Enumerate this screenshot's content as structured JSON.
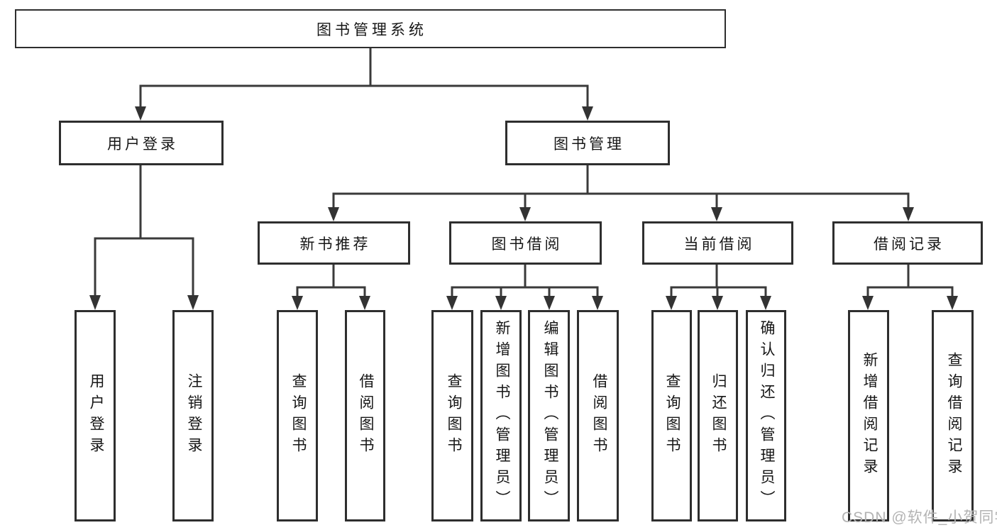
{
  "diagram": {
    "title": "图书管理系统",
    "branches": [
      {
        "label": "用户登录",
        "children": [
          "用户登录",
          "注销登录"
        ]
      },
      {
        "label": "图书管理",
        "children": [
          {
            "label": "新书推荐",
            "children": [
              "查询图书",
              "借阅图书"
            ]
          },
          {
            "label": "图书借阅",
            "children": [
              "查询图书",
              "新增图书（管理员）",
              "编辑图书（管理员）",
              "借阅图书"
            ]
          },
          {
            "label": "当前借阅",
            "children": [
              "查询图书",
              "归还图书",
              "确认归还（管理员）"
            ]
          },
          {
            "label": "借阅记录",
            "children": [
              "新增借阅记录",
              "查询借阅记录"
            ]
          }
        ]
      }
    ]
  },
  "watermark": {
    "text": "CSDN @软件_小贺同学"
  },
  "colors": {
    "line": "#3a3a3a",
    "arrow": "#333333",
    "box_border": "#2e2e2e",
    "text": "#161616",
    "watermark": "#b3b3b3",
    "background": "#ffffff"
  }
}
